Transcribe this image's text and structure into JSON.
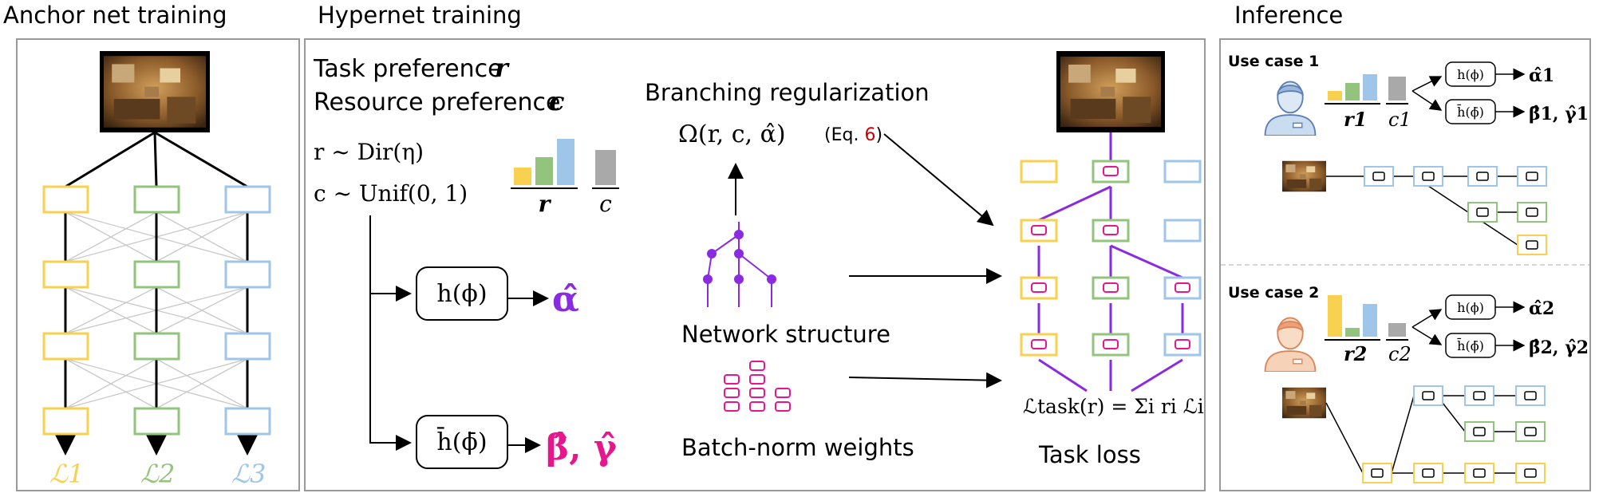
{
  "titles": {
    "anchor": "Anchor net training",
    "hyper": "Hypernet training",
    "inference": "Inference"
  },
  "anchor": {
    "losses": [
      "ℒ1",
      "ℒ2",
      "ℒ3"
    ]
  },
  "hyper": {
    "task_pref": "Task preference",
    "task_pref_sym": "r",
    "res_pref": "Resource preference",
    "res_pref_sym": "c",
    "r_dist": "r ~ Dir(η)",
    "c_dist": "c ~ Unif(0, 1)",
    "r_bar_label": "r",
    "c_bar_label": "c",
    "h_box": "h(ϕ)",
    "hbar_box": "h̄(ϕ̄)",
    "alpha_out": "α̂",
    "beta_gamma_out": "β̂, γ̂",
    "branch_reg": "Branching regularization",
    "omega": "Ω(r, c, α̂)",
    "eq_ref_prefix": "(Eq. ",
    "eq_ref_num": "6",
    "eq_ref_suffix": ")",
    "net_struct": "Network structure",
    "bn_weights": "Batch-norm weights",
    "task_loss_eq": "ℒtask(r) = Σi ri ℒi",
    "task_loss": "Task loss"
  },
  "inference": {
    "case1": {
      "title": "Use case 1",
      "r_label": "r1",
      "c_label": "c1",
      "h_box": "h(ϕ)",
      "hbar_box": "h̄(ϕ̄)",
      "alpha_out": "α̂1",
      "bg_out": "β̂1, γ̂1"
    },
    "case2": {
      "title": "Use case 2",
      "r_label": "r2",
      "c_label": "c2",
      "h_box": "h(ϕ)",
      "hbar_box": "h̄(ϕ̄)",
      "alpha_out": "α̂2",
      "bg_out": "β̂2, γ̂2"
    }
  },
  "colors": {
    "yellow": "#f7d14f",
    "green": "#93c47d",
    "blue": "#9fc5e8",
    "purple": "#8a2be2",
    "magenta": "#e6178d",
    "gray": "#a9a9a9",
    "red_ref": "#cc0000"
  }
}
